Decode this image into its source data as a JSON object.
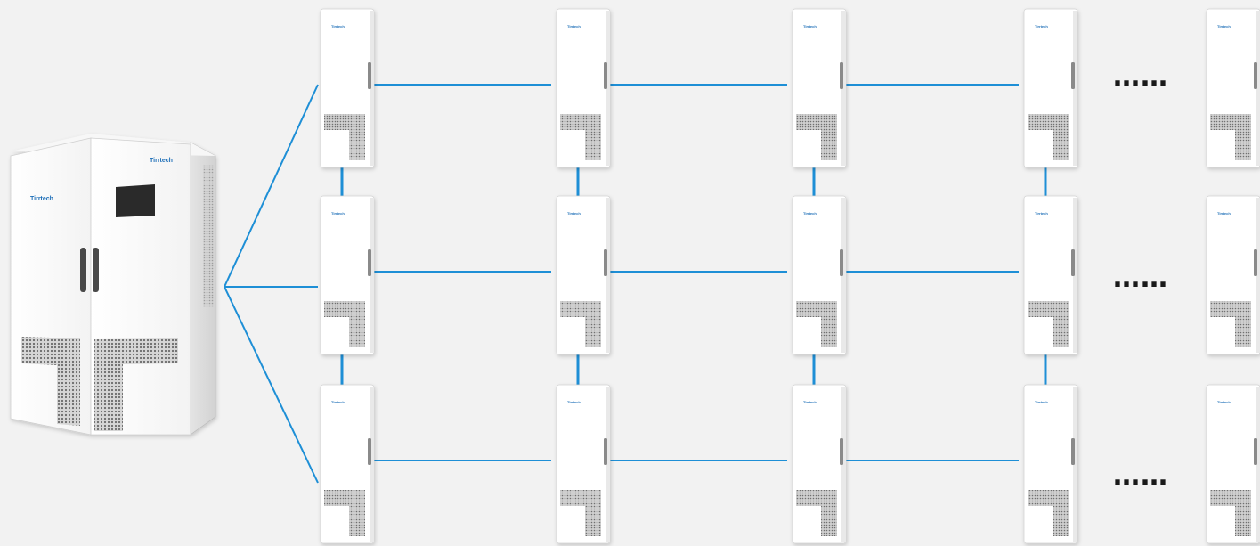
{
  "diagram": {
    "main_cabinet": {
      "brand_left": "Tirrtech",
      "brand_right": "Tirrtech"
    },
    "module_brand": "Tirrtech",
    "link_color": "#1e8fd6",
    "row_ellipsis": [
      "……",
      "……",
      "……"
    ]
  }
}
